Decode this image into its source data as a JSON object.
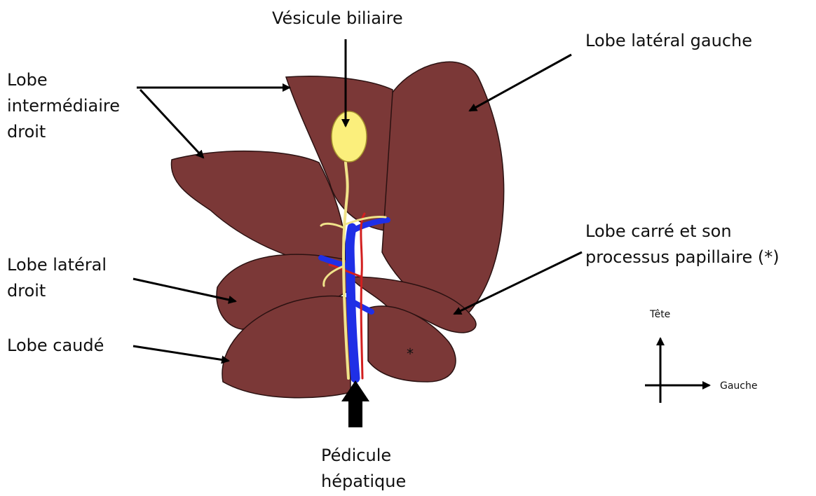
{
  "labels": {
    "gallbladder": "Vésicule biliaire",
    "left_lateral_lobe": "Lobe latéral gauche",
    "right_intermediate_lobe": "Lobe\nintermédiaire\ndroit",
    "right_lateral_lobe": "Lobe latéral\ndroit",
    "caudate_lobe": "Lobe caudé",
    "square_lobe": "Lobe carré et son\nprocessus papillaire (*)",
    "hepatic_pedicle": "Pédicule\nhépatique",
    "papillary_marker": "*"
  },
  "orientation": {
    "head": "Tête",
    "left": "Gauche"
  },
  "colors": {
    "lobe_fill": "#7b3837",
    "lobe_stroke": "#2a1111",
    "gallbladder": "#fbef7c",
    "bile_duct": "#f0e38a",
    "vein": "#1f2fe6",
    "artery": "#d21f1f",
    "arrow": "#000000"
  }
}
